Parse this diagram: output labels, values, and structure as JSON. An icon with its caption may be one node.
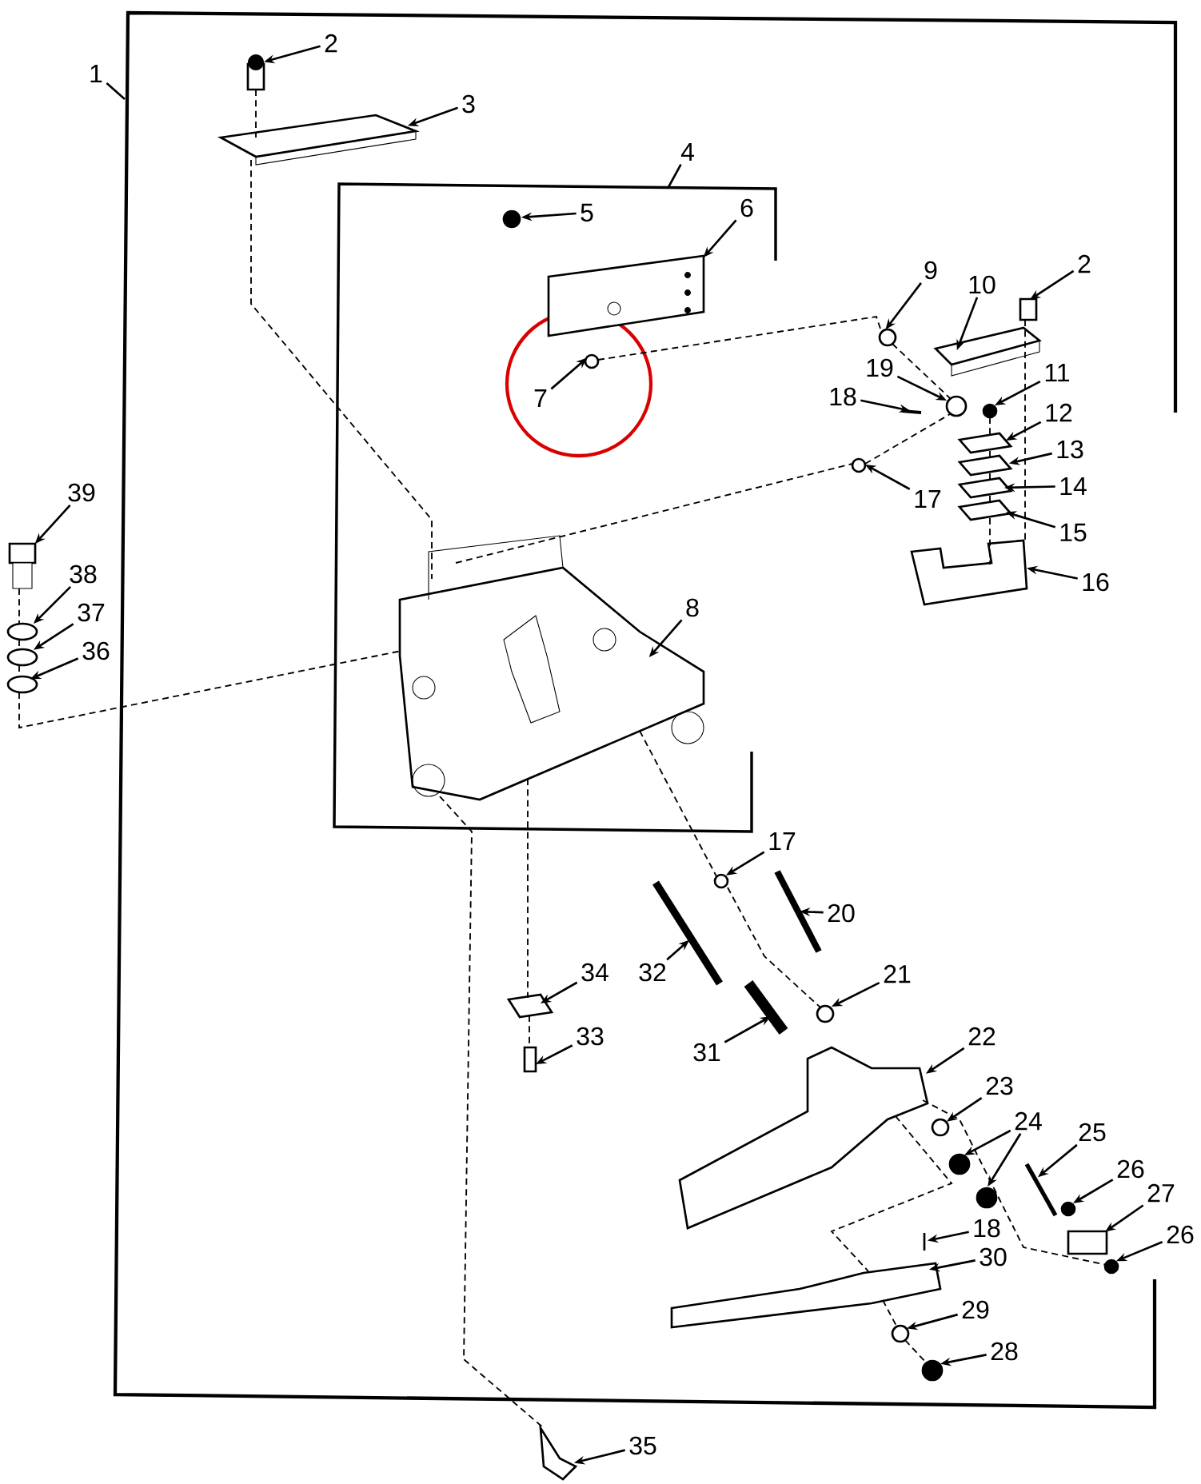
{
  "diagram": {
    "nodes": [
      {
        "text": [
          "1"
        ]
      },
      {
        "text": [
          "2"
        ]
      },
      {
        "text": [
          "3"
        ]
      },
      {
        "text": [
          "4"
        ]
      },
      {
        "text": [
          "5"
        ]
      },
      {
        "text": [
          "6"
        ]
      },
      {
        "text": [
          "7"
        ]
      },
      {
        "text": [
          "9"
        ]
      },
      {
        "text": [
          "10"
        ]
      },
      {
        "text": [
          "2"
        ]
      },
      {
        "text": [
          "19"
        ]
      },
      {
        "text": [
          "18"
        ]
      },
      {
        "text": [
          "11"
        ]
      },
      {
        "text": [
          "12"
        ]
      },
      {
        "text": [
          "13"
        ]
      },
      {
        "text": [
          "14"
        ]
      },
      {
        "text": [
          "17"
        ]
      },
      {
        "text": [
          "15"
        ]
      },
      {
        "text": [
          "16"
        ]
      },
      {
        "text": [
          "39"
        ]
      },
      {
        "text": [
          "38"
        ]
      },
      {
        "text": [
          "37"
        ]
      },
      {
        "text": [
          "36"
        ]
      },
      {
        "text": [
          "8"
        ]
      },
      {
        "text": [
          "17"
        ]
      },
      {
        "text": [
          "20"
        ]
      },
      {
        "text": [
          "32"
        ]
      },
      {
        "text": [
          "21"
        ]
      },
      {
        "text": [
          "34"
        ]
      },
      {
        "text": [
          "31"
        ]
      },
      {
        "text": [
          "33"
        ]
      },
      {
        "text": [
          "22"
        ]
      },
      {
        "text": [
          "23"
        ]
      },
      {
        "text": [
          "24"
        ]
      },
      {
        "text": [
          "25"
        ]
      },
      {
        "text": [
          "26"
        ]
      },
      {
        "text": [
          "27"
        ]
      },
      {
        "text": [
          "18"
        ]
      },
      {
        "text": [
          "26"
        ]
      },
      {
        "text": [
          "30"
        ]
      },
      {
        "text": [
          "29"
        ]
      },
      {
        "text": [
          "28"
        ]
      },
      {
        "text": [
          "35"
        ]
      },
      {
        "text": [],
        "shape": "picture"
      },
      {
        "text": [],
        "shape": "picture"
      },
      {
        "text": [],
        "shape": "circle"
      },
      {
        "text": [],
        "shape": "picture"
      },
      {
        "text": [],
        "shape": "circle"
      },
      {
        "text": [],
        "shape": "circle"
      },
      {
        "text": [],
        "shape": "picture"
      },
      {
        "text": [],
        "shape": "box"
      },
      {
        "text": [],
        "shape": "circle"
      },
      {
        "text": [],
        "shape": "picture"
      },
      {
        "text": [],
        "shape": "circle"
      },
      {
        "text": [],
        "shape": "picture"
      },
      {
        "text": [],
        "shape": "picture"
      },
      {
        "text": [],
        "shape": "picture"
      },
      {
        "text": [],
        "shape": "circle"
      },
      {
        "text": [],
        "shape": "picture"
      },
      {
        "text": [],
        "shape": "picture"
      },
      {
        "text": [],
        "shape": "picture"
      },
      {
        "text": [],
        "shape": "circle"
      },
      {
        "text": [],
        "shape": "circle"
      },
      {
        "text": [],
        "shape": "circle"
      },
      {
        "text": [],
        "shape": "picture"
      },
      {
        "text": [],
        "shape": "circle"
      },
      {
        "text": [],
        "shape": "picture"
      },
      {
        "text": [],
        "shape": "picture"
      },
      {
        "text": [],
        "shape": "circle"
      },
      {
        "text": [],
        "shape": "picture"
      },
      {
        "text": [],
        "shape": "picture"
      },
      {
        "text": [],
        "shape": "box"
      },
      {
        "text": [],
        "shape": "picture"
      },
      {
        "text": [],
        "shape": "circle"
      },
      {
        "text": [],
        "shape": "circle"
      },
      {
        "text": [],
        "shape": "circle"
      },
      {
        "text": [],
        "shape": "picture"
      },
      {
        "text": [],
        "shape": "circle"
      },
      {
        "text": [],
        "shape": "box"
      },
      {
        "text": [],
        "shape": "picture"
      },
      {
        "text": [],
        "shape": "circle"
      },
      {
        "text": [],
        "shape": "picture"
      },
      {
        "text": [],
        "shape": "circle"
      },
      {
        "text": [],
        "shape": "circle"
      },
      {
        "text": [],
        "shape": "picture"
      }
    ],
    "edges": [
      {
        "from": 0,
        "to": null,
        "arrow": "none"
      },
      {
        "from": 1,
        "to": 43,
        "arrow": "to"
      },
      {
        "from": 2,
        "to": 44,
        "arrow": "to"
      },
      {
        "from": 3,
        "to": null,
        "arrow": "none"
      },
      {
        "from": 4,
        "to": 45,
        "arrow": "to"
      },
      {
        "from": 5,
        "to": 46,
        "arrow": "to"
      },
      {
        "from": 6,
        "to": 47,
        "arrow": "to"
      },
      {
        "from": 7,
        "to": 48,
        "arrow": "to"
      },
      {
        "from": 8,
        "to": 49,
        "arrow": "to"
      },
      {
        "from": 9,
        "to": 50,
        "arrow": "to"
      },
      {
        "from": 10,
        "to": 51,
        "arrow": "to"
      },
      {
        "from": 11,
        "to": 52,
        "arrow": "to"
      },
      {
        "from": 12,
        "to": 53,
        "arrow": "to"
      },
      {
        "from": 13,
        "to": 54,
        "arrow": "to"
      },
      {
        "from": 14,
        "to": 55,
        "arrow": "to"
      },
      {
        "from": 15,
        "to": 56,
        "arrow": "to"
      },
      {
        "from": 16,
        "to": 57,
        "arrow": "to"
      },
      {
        "from": 17,
        "to": 58,
        "arrow": "to"
      },
      {
        "from": 18,
        "to": 59,
        "arrow": "to"
      },
      {
        "from": 19,
        "to": 60,
        "arrow": "to"
      },
      {
        "from": 20,
        "to": 61,
        "arrow": "to"
      },
      {
        "from": 21,
        "to": 62,
        "arrow": "to"
      },
      {
        "from": 22,
        "to": 63,
        "arrow": "to"
      },
      {
        "from": 23,
        "to": 64,
        "arrow": "to"
      },
      {
        "from": 24,
        "to": 65,
        "arrow": "to"
      },
      {
        "from": 25,
        "to": 66,
        "arrow": "to"
      },
      {
        "from": 26,
        "to": 67,
        "arrow": "to"
      },
      {
        "from": 27,
        "to": 68,
        "arrow": "to"
      },
      {
        "from": 28,
        "to": 69,
        "arrow": "to"
      },
      {
        "from": 29,
        "to": 70,
        "arrow": "to"
      },
      {
        "from": 30,
        "to": 71,
        "arrow": "to"
      },
      {
        "from": 31,
        "to": 72,
        "arrow": "to"
      },
      {
        "from": 32,
        "to": 73,
        "arrow": "to"
      },
      {
        "from": 33,
        "to": 74,
        "arrow": "to"
      },
      {
        "from": 33,
        "to": 75,
        "arrow": "to"
      },
      {
        "from": 34,
        "to": 76,
        "arrow": "to"
      },
      {
        "from": 35,
        "to": 77,
        "arrow": "to"
      },
      {
        "from": 36,
        "to": 78,
        "arrow": "to"
      },
      {
        "from": 37,
        "to": 79,
        "arrow": "to"
      },
      {
        "from": 38,
        "to": 80,
        "arrow": "to"
      },
      {
        "from": 39,
        "to": 81,
        "arrow": "to"
      },
      {
        "from": 40,
        "to": 82,
        "arrow": "to"
      },
      {
        "from": 41,
        "to": 83,
        "arrow": "to"
      },
      {
        "from": 42,
        "to": 84,
        "arrow": "to"
      },
      {
        "from": 43,
        "to": 44,
        "arrow": "none",
        "style": "dashed"
      },
      {
        "from": 44,
        "to": 64,
        "arrow": "none",
        "style": "dashed"
      },
      {
        "from": 60,
        "to": 61,
        "arrow": "none",
        "style": "dashed"
      },
      {
        "from": 61,
        "to": 62,
        "arrow": "none",
        "style": "dashed"
      },
      {
        "from": 62,
        "to": 63,
        "arrow": "none",
        "style": "dashed"
      },
      {
        "from": 63,
        "to": 64,
        "arrow": "none",
        "style": "dashed"
      },
      {
        "from": 64,
        "to": 57,
        "arrow": "none",
        "style": "dashed"
      },
      {
        "from": 47,
        "to": 48,
        "arrow": "none",
        "style": "dashed"
      },
      {
        "from": 48,
        "to": 51,
        "arrow": "none",
        "style": "dashed"
      },
      {
        "from": 57,
        "to": 51,
        "arrow": "none",
        "style": "dashed"
      },
      {
        "from": 50,
        "to": 59,
        "arrow": "none",
        "style": "dashed"
      },
      {
        "from": 53,
        "to": 54,
        "arrow": "none",
        "style": "dashed"
      },
      {
        "from": 54,
        "to": 55,
        "arrow": "none",
        "style": "dashed"
      },
      {
        "from": 55,
        "to": 56,
        "arrow": "none",
        "style": "dashed"
      },
      {
        "from": 56,
        "to": 58,
        "arrow": "none",
        "style": "dashed"
      },
      {
        "from": 58,
        "to": 59,
        "arrow": "none",
        "style": "dashed"
      },
      {
        "from": 64,
        "to": 84,
        "arrow": "none",
        "style": "dashed"
      },
      {
        "from": 64,
        "to": 69,
        "arrow": "none",
        "style": "dashed"
      },
      {
        "from": 69,
        "to": 71,
        "arrow": "none",
        "style": "dashed"
      },
      {
        "from": 64,
        "to": 65,
        "arrow": "none",
        "style": "dashed"
      },
      {
        "from": 65,
        "to": 68,
        "arrow": "none",
        "style": "dashed"
      },
      {
        "from": 72,
        "to": 80,
        "arrow": "none",
        "style": "dashed"
      },
      {
        "from": 72,
        "to": 81,
        "arrow": "none",
        "style": "dashed"
      },
      {
        "from": 81,
        "to": 82,
        "arrow": "none",
        "style": "dashed"
      },
      {
        "from": 82,
        "to": 83,
        "arrow": "none",
        "style": "dashed"
      }
    ]
  }
}
